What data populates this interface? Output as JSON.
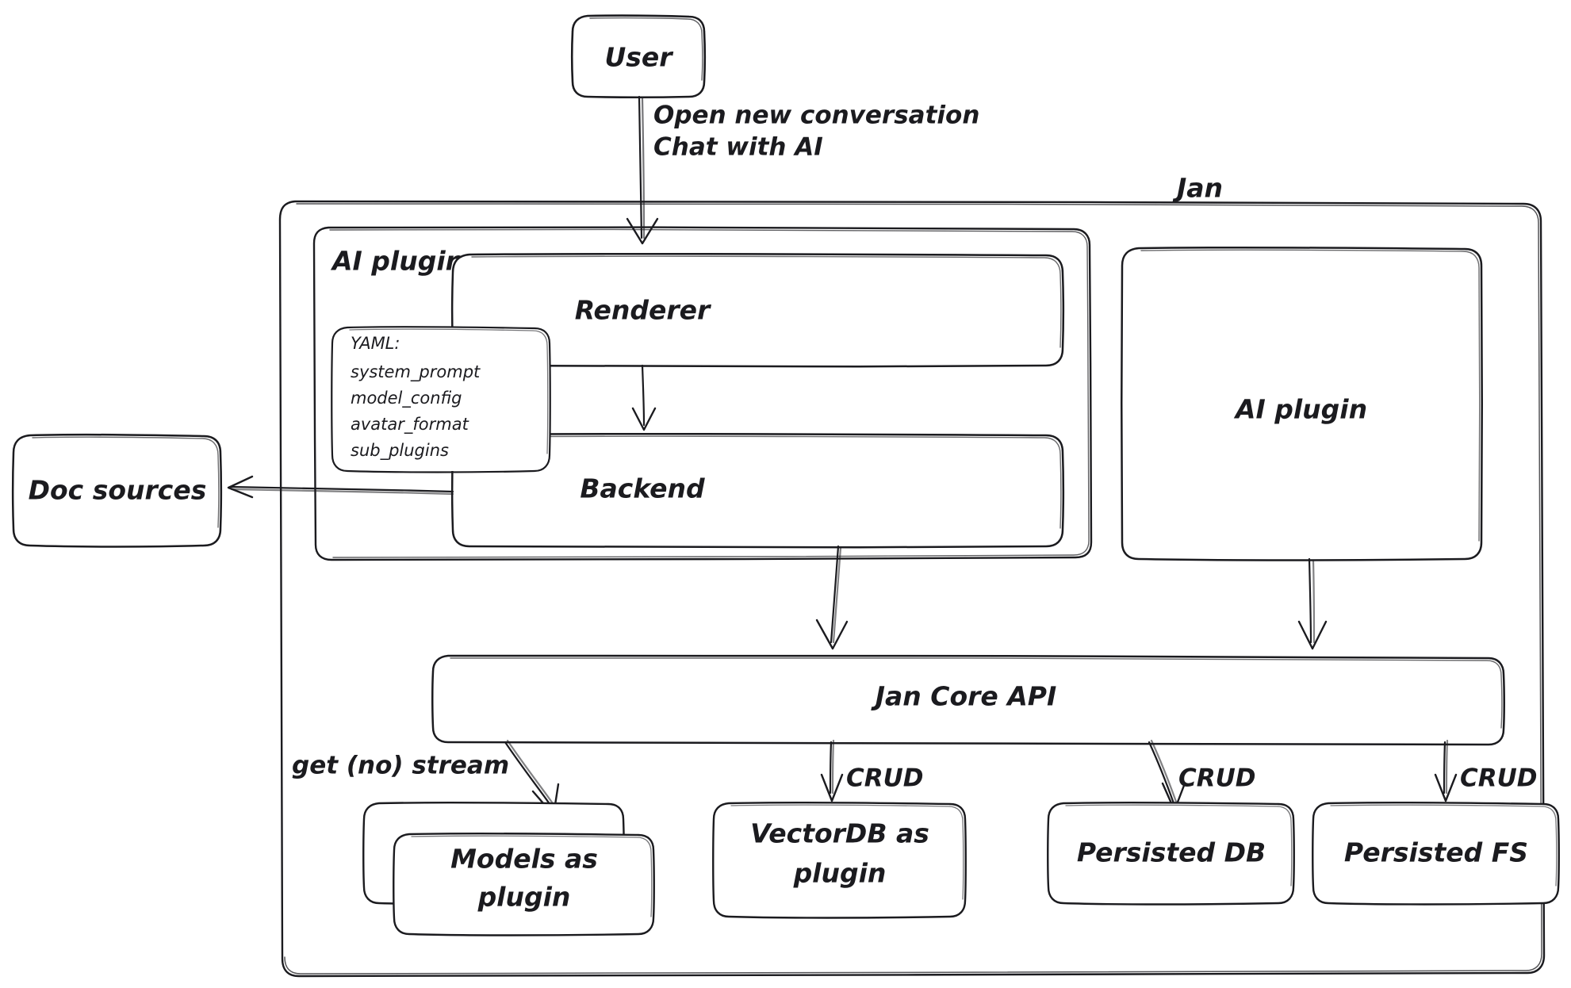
{
  "diagram": {
    "type": "architecture-flowchart",
    "style": "hand-drawn",
    "background_color": "#ffffff",
    "stroke_color": "#1b1b1f",
    "containers": [
      {
        "id": "jan",
        "label": "Jan",
        "label_position": "top-right"
      },
      {
        "id": "ai-plugin-group",
        "label": "AI plugin",
        "label_position": "top-left"
      }
    ],
    "nodes": [
      {
        "id": "user",
        "label": "User"
      },
      {
        "id": "renderer",
        "label": "Renderer"
      },
      {
        "id": "backend",
        "label": "Backend"
      },
      {
        "id": "ai-plugin",
        "label": "AI plugin"
      },
      {
        "id": "doc-sources",
        "label": "Doc sources"
      },
      {
        "id": "jan-core-api",
        "label": "Jan Core API"
      },
      {
        "id": "models-as-plugin",
        "label_line1": "Models as",
        "label_line2": "plugin"
      },
      {
        "id": "vectordb-as-plugin",
        "label_line1": "VectorDB as",
        "label_line2": "plugin"
      },
      {
        "id": "persisted-db",
        "label": "Persisted DB"
      },
      {
        "id": "persisted-fs",
        "label": "Persisted FS"
      }
    ],
    "yaml_card": {
      "title": "YAML:",
      "items": [
        "system_prompt",
        "model_config",
        "avatar_format",
        "sub_plugins"
      ]
    },
    "edges": [
      {
        "id": "user-to-renderer",
        "from": "user",
        "to": "renderer",
        "label_line1": "Open new conversation",
        "label_line2": "Chat with AI"
      },
      {
        "id": "renderer-to-backend",
        "from": "renderer",
        "to": "backend",
        "label": ""
      },
      {
        "id": "backend-to-doc-sources",
        "from": "backend",
        "to": "doc-sources",
        "label": ""
      },
      {
        "id": "backend-to-core",
        "from": "backend",
        "to": "jan-core-api",
        "label": ""
      },
      {
        "id": "ai-plugin-to-core",
        "from": "ai-plugin",
        "to": "jan-core-api",
        "label": ""
      },
      {
        "id": "core-to-models",
        "from": "jan-core-api",
        "to": "models-as-plugin",
        "label": "get (no) stream"
      },
      {
        "id": "core-to-vectordb",
        "from": "jan-core-api",
        "to": "vectordb-as-plugin",
        "label": "CRUD"
      },
      {
        "id": "core-to-persisted-db",
        "from": "jan-core-api",
        "to": "persisted-db",
        "label": "CRUD"
      },
      {
        "id": "core-to-persisted-fs",
        "from": "jan-core-api",
        "to": "persisted-fs",
        "label": "CRUD"
      }
    ]
  }
}
